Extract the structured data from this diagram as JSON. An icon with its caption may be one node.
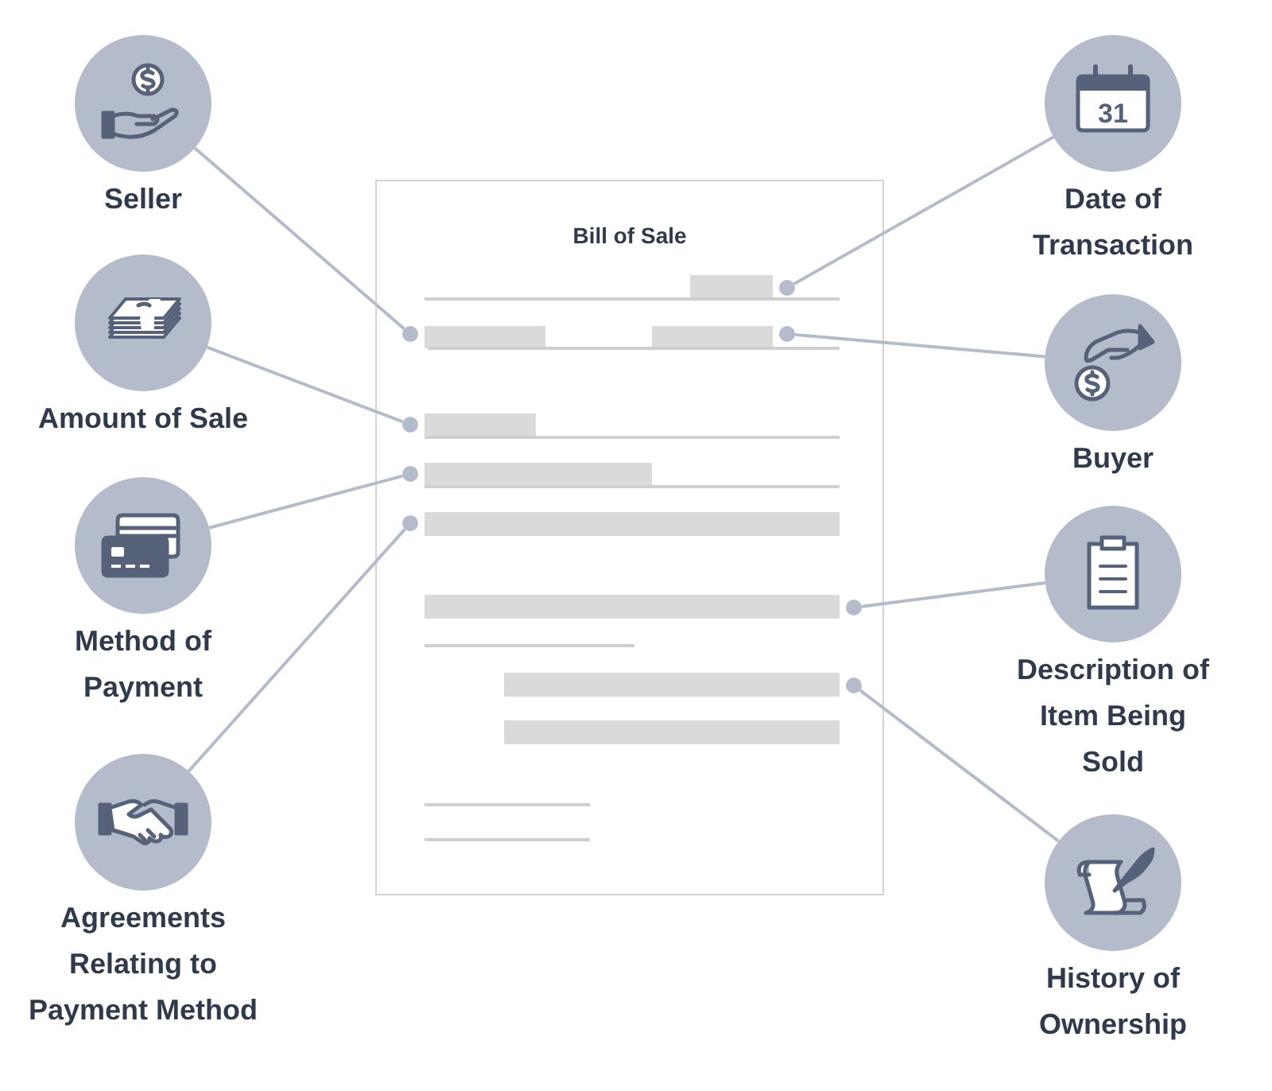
{
  "diagram": {
    "nodes": [
      {
        "text": [
          "Bill of Sale"
        ]
      },
      {
        "text": [
          "Seller"
        ]
      },
      {
        "text": [
          "Date of Transaction"
        ]
      },
      {
        "text": [
          "Amount of Sale"
        ]
      },
      {
        "text": [
          "Buyer"
        ]
      },
      {
        "text": [
          "Method of Payment"
        ]
      },
      {
        "text": [
          "Description of Item Being Sold"
        ]
      },
      {
        "text": [
          "Agreements Relating to Payment Method"
        ]
      },
      {
        "text": [
          "History of Ownership"
        ]
      },
      {
        "text": [],
        "shape": "circle",
        "in": 0
      },
      {
        "text": [],
        "shape": "circle",
        "in": 0
      },
      {
        "text": [],
        "shape": "circle",
        "in": 0
      },
      {
        "text": [],
        "shape": "circle",
        "in": 0
      },
      {
        "text": [],
        "shape": "circle",
        "in": 0
      },
      {
        "text": [],
        "shape": "circle",
        "in": 0
      },
      {
        "text": [],
        "shape": "circle",
        "in": 0
      },
      {
        "text": [],
        "shape": "circle",
        "in": 0
      }
    ],
    "edges": [
      {
        "from": 1,
        "to": 10,
        "arrow": "none"
      },
      {
        "from": 2,
        "to": 9,
        "arrow": "none"
      },
      {
        "from": 3,
        "to": 12,
        "arrow": "none"
      },
      {
        "from": 4,
        "to": 11,
        "arrow": "none"
      },
      {
        "from": 5,
        "to": 13,
        "arrow": "none"
      },
      {
        "from": 6,
        "to": 15,
        "arrow": "none"
      },
      {
        "from": 7,
        "to": 14,
        "arrow": "none"
      },
      {
        "from": 8,
        "to": 16,
        "arrow": "none"
      }
    ],
    "labels": [
      "31"
    ]
  }
}
